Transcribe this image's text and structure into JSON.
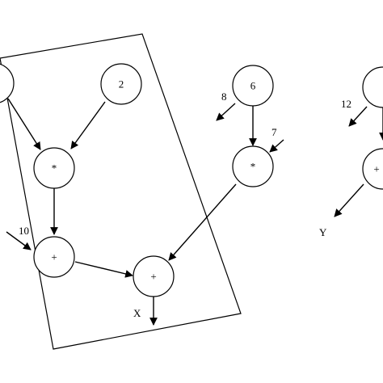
{
  "diagram": {
    "nodes": {
      "left_top": "",
      "const_2": "2",
      "mult_1": "*",
      "add_1": "+",
      "add_2": "+",
      "const_6": "6",
      "mult_2": "*",
      "right_top": "",
      "right_op": "+"
    },
    "labels": {
      "input_8": "8",
      "input_7": "7",
      "input_10": "10",
      "input_12": "12",
      "output_x": "X",
      "output_y": "Y"
    },
    "colors": {
      "stroke": "#000000",
      "fill": "#ffffff"
    }
  }
}
